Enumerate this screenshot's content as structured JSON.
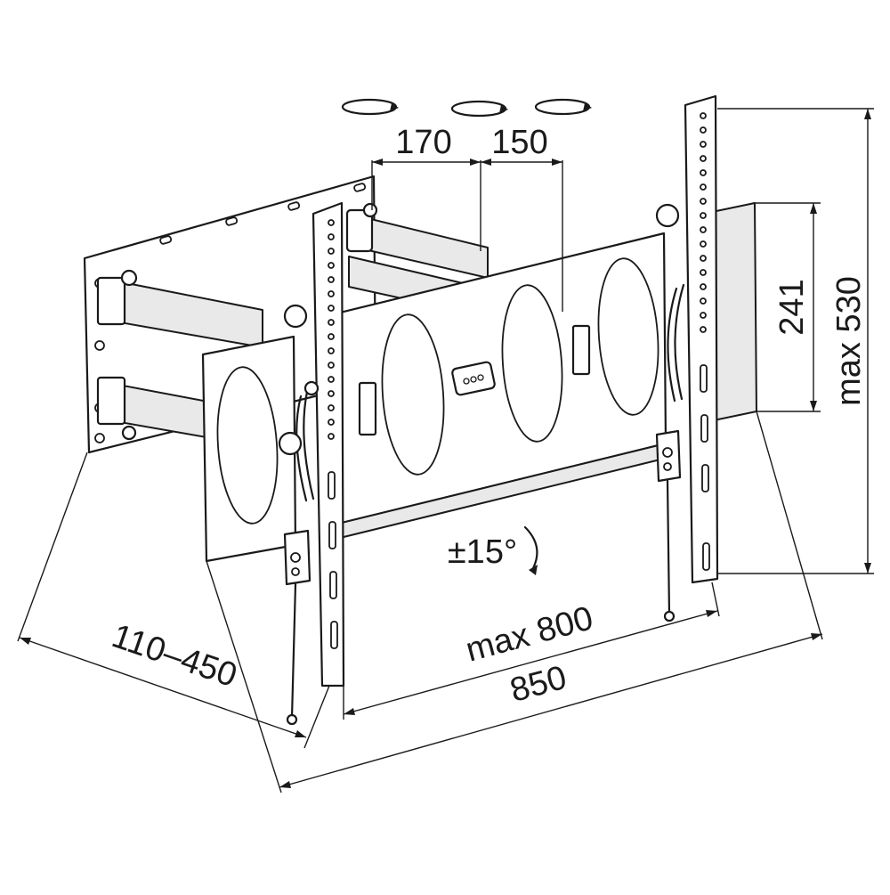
{
  "diagram": {
    "dimensions": {
      "vesa_spacing_1": "170",
      "vesa_spacing_2": "150",
      "max_vertical": "max 530",
      "vertical_241": "241",
      "wall_distance": "110–450",
      "max_horizontal": "max 800",
      "total_width": "850",
      "tilt": "±15°"
    }
  }
}
